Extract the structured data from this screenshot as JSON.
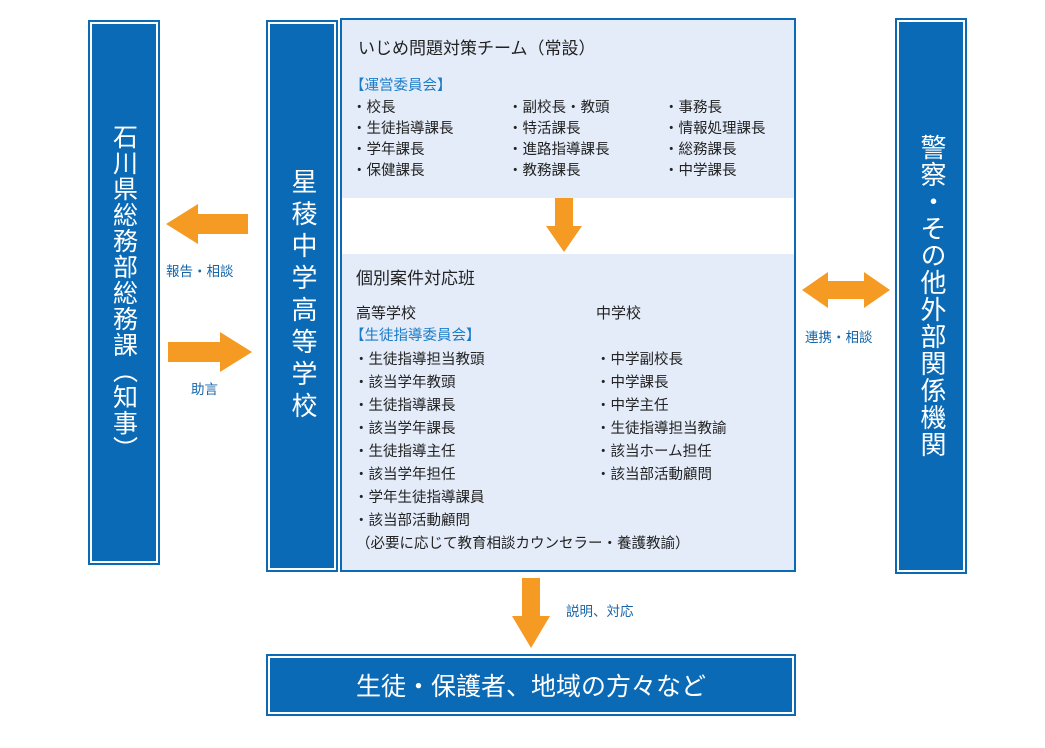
{
  "left_box": {
    "text": "石川県総務部総務課（知事）"
  },
  "school_box": {
    "text": "星稜中学高等学校"
  },
  "right_box": {
    "text": "警察・その他外部関係機関"
  },
  "bottom_box": {
    "text": "生徒・保護者、地域の方々など"
  },
  "team": {
    "title": "いじめ問題対策チーム（常設）",
    "committee_label": "【運営委員会】",
    "col1": [
      "・校長",
      "・生徒指導課長",
      "・学年課長",
      "・保健課長"
    ],
    "col2": [
      "・副校長・教頭",
      "・特活課長",
      "・進路指導課長",
      "・教務課長"
    ],
    "col3": [
      "・事務長",
      "・情報処理課長",
      "・総務課長",
      "・中学課長"
    ]
  },
  "case_team": {
    "title": "個別案件対応班",
    "high_school": {
      "heading": "高等学校",
      "committee_label": "【生徒指導委員会】",
      "items": [
        "・生徒指導担当教頭",
        "・該当学年教頭",
        "・生徒指導課長",
        "・該当学年課長",
        "・生徒指導主任",
        "・該当学年担任",
        "・学年生徒指導課員",
        "・該当部活動顧問"
      ]
    },
    "junior_high": {
      "heading": "中学校",
      "items": [
        "・中学副校長",
        "・中学課長",
        "・中学主任",
        "・生徒指導担当教諭",
        "・該当ホーム担任",
        "・該当部活動顧問"
      ]
    },
    "note": "（必要に応じて教育相談カウンセラー・養護教諭）"
  },
  "arrows": {
    "report": "報告・相談",
    "advice": "助言",
    "cooperation": "連携・相談",
    "explanation": "説明、対応"
  },
  "colors": {
    "box_blue": "#0a6ab6",
    "panel_bg": "#e4ecf9",
    "arrow_orange": "#f59a23",
    "accent_text": "#1a7cc7"
  }
}
